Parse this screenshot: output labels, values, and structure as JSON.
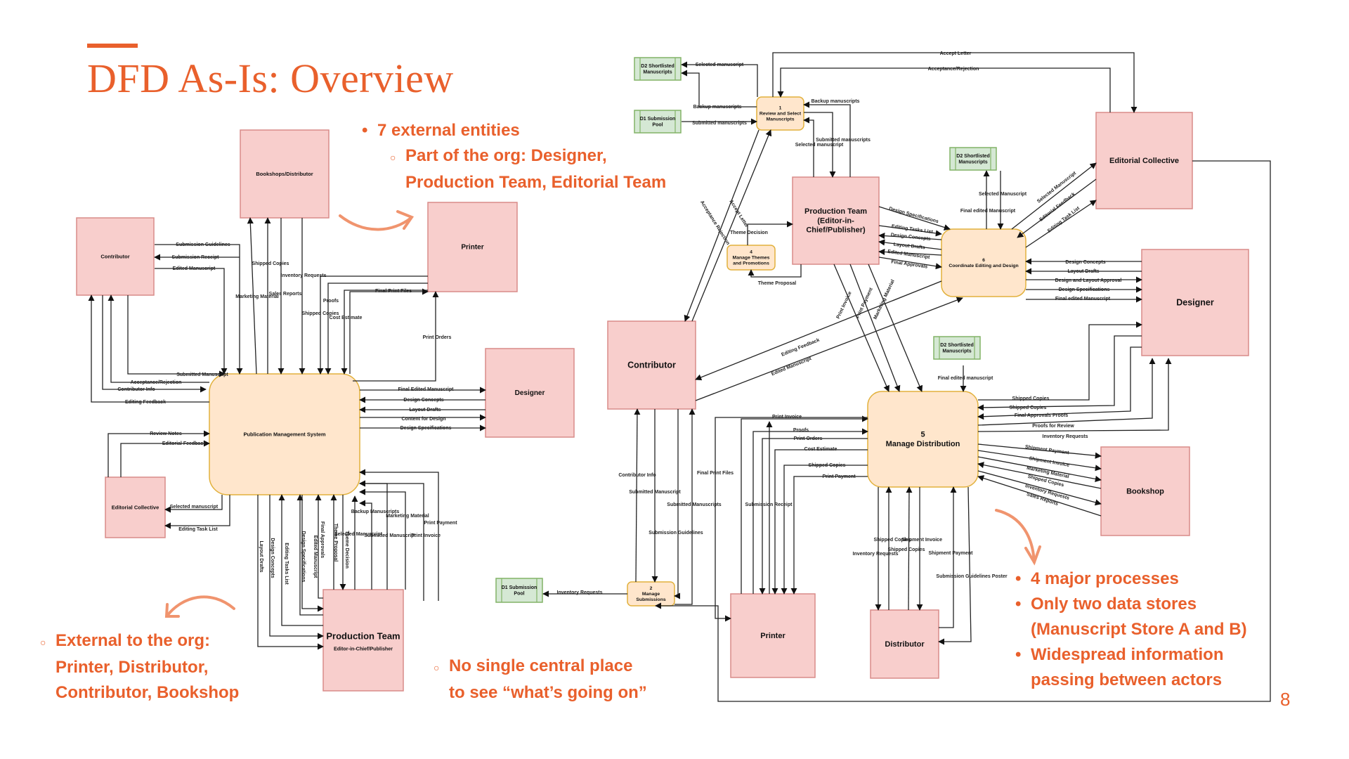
{
  "slide": {
    "title": "DFD As-Is: Overview",
    "page_number": "8",
    "accent_color": "#e9602c"
  },
  "notes": {
    "entities": {
      "bullet": "•",
      "text": "7 external entities"
    },
    "internal": {
      "bullet": "○",
      "line1": "Part of the org: Designer,",
      "line2": "Production Team, Editorial Team"
    },
    "external": {
      "bullet": "○",
      "line1": "External to the org:",
      "line2": "Printer, Distributor,",
      "line3": "Contributor, Bookshop"
    },
    "central": {
      "bullet": "○",
      "line1": "No single central place",
      "line2": "to see “what’s going on”"
    },
    "summary": [
      {
        "bullet": "•",
        "lines": [
          "4 major processes"
        ]
      },
      {
        "bullet": "•",
        "lines": [
          "Only two data stores",
          "(Manuscript Store A and B)"
        ]
      },
      {
        "bullet": "•",
        "lines": [
          "Widespread information",
          "passing between actors"
        ]
      }
    ]
  },
  "context_diagram": {
    "nodes": [
      {
        "id": "pms",
        "kind": "process",
        "label": [
          "Publication Management System"
        ]
      },
      {
        "id": "contributor",
        "kind": "entity",
        "label": [
          "Contributor"
        ]
      },
      {
        "id": "bookshops",
        "kind": "entity",
        "label": [
          "Bookshops/Distributor"
        ]
      },
      {
        "id": "printer",
        "kind": "entity",
        "label": [
          "Printer"
        ]
      },
      {
        "id": "designer",
        "kind": "entity",
        "label": [
          "Designer"
        ]
      },
      {
        "id": "editorial",
        "kind": "entity",
        "label": [
          "Editorial Collective"
        ]
      },
      {
        "id": "production",
        "kind": "entity",
        "label": [
          "Production Team"
        ],
        "sublabel": "Editor-in-Chief/Publisher"
      }
    ],
    "flows": [
      {
        "label": "Submission Guidelines"
      },
      {
        "label": "Submission Receipt"
      },
      {
        "label": "Edited Manuscript"
      },
      {
        "label": "Submitted Manuscript"
      },
      {
        "label": "Acceptance/Rejection"
      },
      {
        "label": "Contributor Info"
      },
      {
        "label": "Editing Feedback"
      },
      {
        "label": "Marketing Material"
      },
      {
        "label": "Shipped Copies"
      },
      {
        "label": "Sales Reports"
      },
      {
        "label": "Inventory Requests"
      },
      {
        "label": "Shipped Copies"
      },
      {
        "label": "Proofs"
      },
      {
        "label": "Cost Estimate"
      },
      {
        "label": "Final Print Files"
      },
      {
        "label": "Print Orders"
      },
      {
        "label": "Final Edited Manuscript"
      },
      {
        "label": "Design Concepts"
      },
      {
        "label": "Layout Drafts"
      },
      {
        "label": "Content for Design"
      },
      {
        "label": "Design Specifications"
      },
      {
        "label": "Review Notes"
      },
      {
        "label": "Editorial Feedback"
      },
      {
        "label": "Selected manuscript"
      },
      {
        "label": "Editing Task List"
      },
      {
        "label": "Layout Drafts"
      },
      {
        "label": "Design Concepts"
      },
      {
        "label": "Editing Tasks List"
      },
      {
        "label": "Design Specifications"
      },
      {
        "label": "Edited Manuscript"
      },
      {
        "label": "Final Approvals"
      },
      {
        "label": "Theme Proposal"
      },
      {
        "label": "Theme Decision"
      },
      {
        "label": "Selected Manuscript"
      },
      {
        "label": "Backup Manuscripts"
      },
      {
        "label": "Submitted Manuscript"
      },
      {
        "label": "Marketing Material"
      },
      {
        "label": "Print Invoice"
      },
      {
        "label": "Print Payment"
      }
    ]
  },
  "level1_diagram": {
    "nodes": [
      {
        "id": "p1",
        "kind": "process",
        "label": [
          "1",
          "Review and Select",
          "Manuscripts"
        ]
      },
      {
        "id": "p2",
        "kind": "process",
        "label": [
          "2",
          "Manage",
          "Submissions"
        ]
      },
      {
        "id": "p4",
        "kind": "process",
        "label": [
          "4",
          "Manage Themes",
          "and Promotions"
        ]
      },
      {
        "id": "p5",
        "kind": "process",
        "label": [
          "5",
          "Manage Distribution"
        ]
      },
      {
        "id": "p6",
        "kind": "process",
        "label": [
          "6",
          "Coordinate Editing and Design"
        ]
      },
      {
        "id": "d2a",
        "kind": "store",
        "label": [
          "D2 Shortlisted",
          "Manuscripts"
        ]
      },
      {
        "id": "d1a",
        "kind": "store",
        "label": [
          "D1 Submission",
          "Pool"
        ]
      },
      {
        "id": "d2b",
        "kind": "store",
        "label": [
          "D2 Shortlisted",
          "Manuscripts"
        ]
      },
      {
        "id": "d2c",
        "kind": "store",
        "label": [
          "D2 Shortlisted",
          "Manuscripts"
        ]
      },
      {
        "id": "d1b",
        "kind": "store",
        "label": [
          "D1 Submission",
          "Pool"
        ]
      },
      {
        "id": "prod",
        "kind": "entity",
        "label": [
          "Production Team",
          "(Editor-in-",
          "Chief/Publisher)"
        ]
      },
      {
        "id": "edcol",
        "kind": "entity",
        "label": [
          "Editorial Collective"
        ]
      },
      {
        "id": "designer",
        "kind": "entity",
        "label": [
          "Designer"
        ]
      },
      {
        "id": "contrib",
        "kind": "entity",
        "label": [
          "Contributor"
        ]
      },
      {
        "id": "bookshop",
        "kind": "entity",
        "label": [
          "Bookshop"
        ]
      },
      {
        "id": "printer",
        "kind": "entity",
        "label": [
          "Printer"
        ]
      },
      {
        "id": "distributor",
        "kind": "entity",
        "label": [
          "Distributor"
        ]
      }
    ],
    "flows": [
      {
        "label": "Selected manuscript"
      },
      {
        "label": "Backup manuscripts"
      },
      {
        "label": "Submitted manuscripts"
      },
      {
        "label": "Accept Letter"
      },
      {
        "label": "Acceptance/Rejection"
      },
      {
        "label": "Backup manuscripts"
      },
      {
        "label": "Submitted manuscripts"
      },
      {
        "label": "Selected manuscript"
      },
      {
        "label": "Acceptance Rejection"
      },
      {
        "label": "Accept Letter"
      },
      {
        "label": "Theme Decision"
      },
      {
        "label": "Theme Proposal"
      },
      {
        "label": "Design Specifications"
      },
      {
        "label": "Editing Tasks List"
      },
      {
        "label": "Design Concepts"
      },
      {
        "label": "Layout Drafts"
      },
      {
        "label": "Edited Manuscript"
      },
      {
        "label": "Final Approvals"
      },
      {
        "label": "Final edited Manuscript"
      },
      {
        "label": "Selected Manuscript"
      },
      {
        "label": "Selected Manuscript"
      },
      {
        "label": "Editorial Feedback"
      },
      {
        "label": "Editing Task List"
      },
      {
        "label": "Design Concepts"
      },
      {
        "label": "Layout Drafts"
      },
      {
        "label": "Design and Layout Approval"
      },
      {
        "label": "Design Specifications"
      },
      {
        "label": "Final edited Manuscript"
      },
      {
        "label": "Print Invoice"
      },
      {
        "label": "Print Payment"
      },
      {
        "label": "Marketing Material"
      },
      {
        "label": "Editing Feedback"
      },
      {
        "label": "Edited Manuscript"
      },
      {
        "label": "Final edited manuscript"
      },
      {
        "label": "Shipped Copies"
      },
      {
        "label": "Shipped Copies"
      },
      {
        "label": "Final Approvals Proofs"
      },
      {
        "label": "Proofs for Review"
      },
      {
        "label": "Inventory Requests"
      },
      {
        "label": "Shipment Payment"
      },
      {
        "label": "Shipment Invoice"
      },
      {
        "label": "Marketing Material"
      },
      {
        "label": "Shipped Copies"
      },
      {
        "label": "Inventory Requests"
      },
      {
        "label": "Sales Reports"
      },
      {
        "label": "Print Invoice"
      },
      {
        "label": "Proofs"
      },
      {
        "label": "Print Orders"
      },
      {
        "label": "Cost Estimate"
      },
      {
        "label": "Shipped Copies"
      },
      {
        "label": "Print Payment"
      },
      {
        "label": "Final Print Files"
      },
      {
        "label": "Submission Receipt"
      },
      {
        "label": "Contributor Info"
      },
      {
        "label": "Submitted Manuscript"
      },
      {
        "label": "Submission Guidelines"
      },
      {
        "label": "Submitted Manuscripts"
      },
      {
        "label": "Inventory Requests"
      },
      {
        "label": "Inventory Requests"
      },
      {
        "label": "Shipped Copies"
      },
      {
        "label": "Shipped Copies"
      },
      {
        "label": "Shipment Invoice"
      },
      {
        "label": "Shipment Payment"
      },
      {
        "label": "Submission Guidelines Poster"
      }
    ]
  }
}
